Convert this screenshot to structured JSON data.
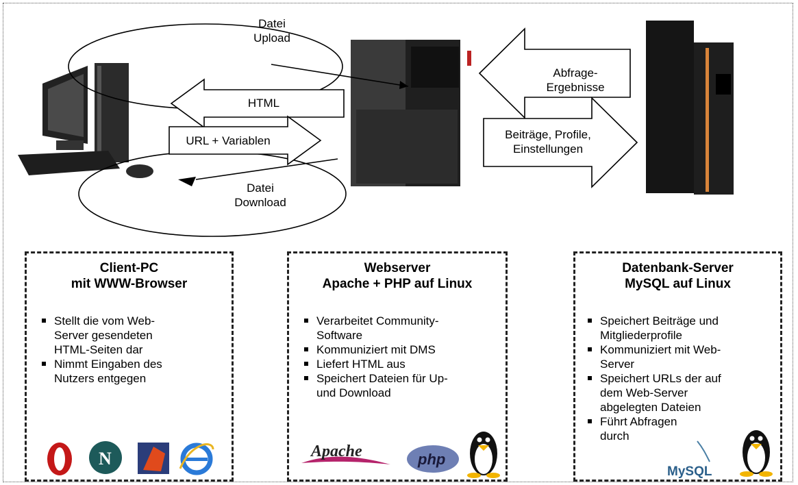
{
  "arrows": {
    "datei_upload": [
      "Datei",
      "Upload"
    ],
    "html": "HTML",
    "url_variablen": "URL + Variablen",
    "datei_download": [
      "Datei",
      "Download"
    ],
    "abfrage_ergebnisse": [
      "Abfrage-",
      "Ergebnisse"
    ],
    "beitraege": [
      "Beiträge, Profile,",
      "Einstellungen"
    ]
  },
  "boxes": [
    {
      "title": [
        "Client-PC",
        "mit WWW-Browser"
      ],
      "items": [
        [
          "Stellt die vom Web-",
          "Server gesendeten",
          "HTML-Seiten dar"
        ],
        [
          "Nimmt Eingaben des",
          "Nutzers entgegen"
        ]
      ],
      "logos": [
        "opera-logo",
        "netscape-logo",
        "mozilla-logo",
        "internet-explorer-logo"
      ]
    },
    {
      "title": [
        "Webserver",
        "Apache + PHP auf Linux"
      ],
      "items": [
        [
          "Verarbeitet Community-",
          "Software"
        ],
        [
          "Kommuniziert mit DMS"
        ],
        [
          "Liefert HTML aus"
        ],
        [
          "Speichert Dateien für Up-",
          "und Download"
        ]
      ],
      "logos": [
        "apache-logo",
        "php-logo",
        "tux-linux-logo"
      ]
    },
    {
      "title": [
        "Datenbank-Server",
        "MySQL auf Linux"
      ],
      "items": [
        [
          "Speichert Beiträge und",
          "Mitgliederprofile"
        ],
        [
          "Kommuniziert mit Web-",
          "Server"
        ],
        [
          "Speichert URLs der auf",
          "dem Web-Server",
          "abgelegten Dateien"
        ],
        [
          "Führt Abfragen",
          "durch"
        ]
      ],
      "logos": [
        "mysql-logo",
        "tux-linux-logo"
      ]
    }
  ],
  "logo_text": {
    "apache": "Apache",
    "php": "php",
    "mysql": "MySQL"
  },
  "colors": {
    "server_dark": "#1b1b1b",
    "accent_orange": "#d9843a",
    "ie_blue": "#2a7ad8"
  }
}
